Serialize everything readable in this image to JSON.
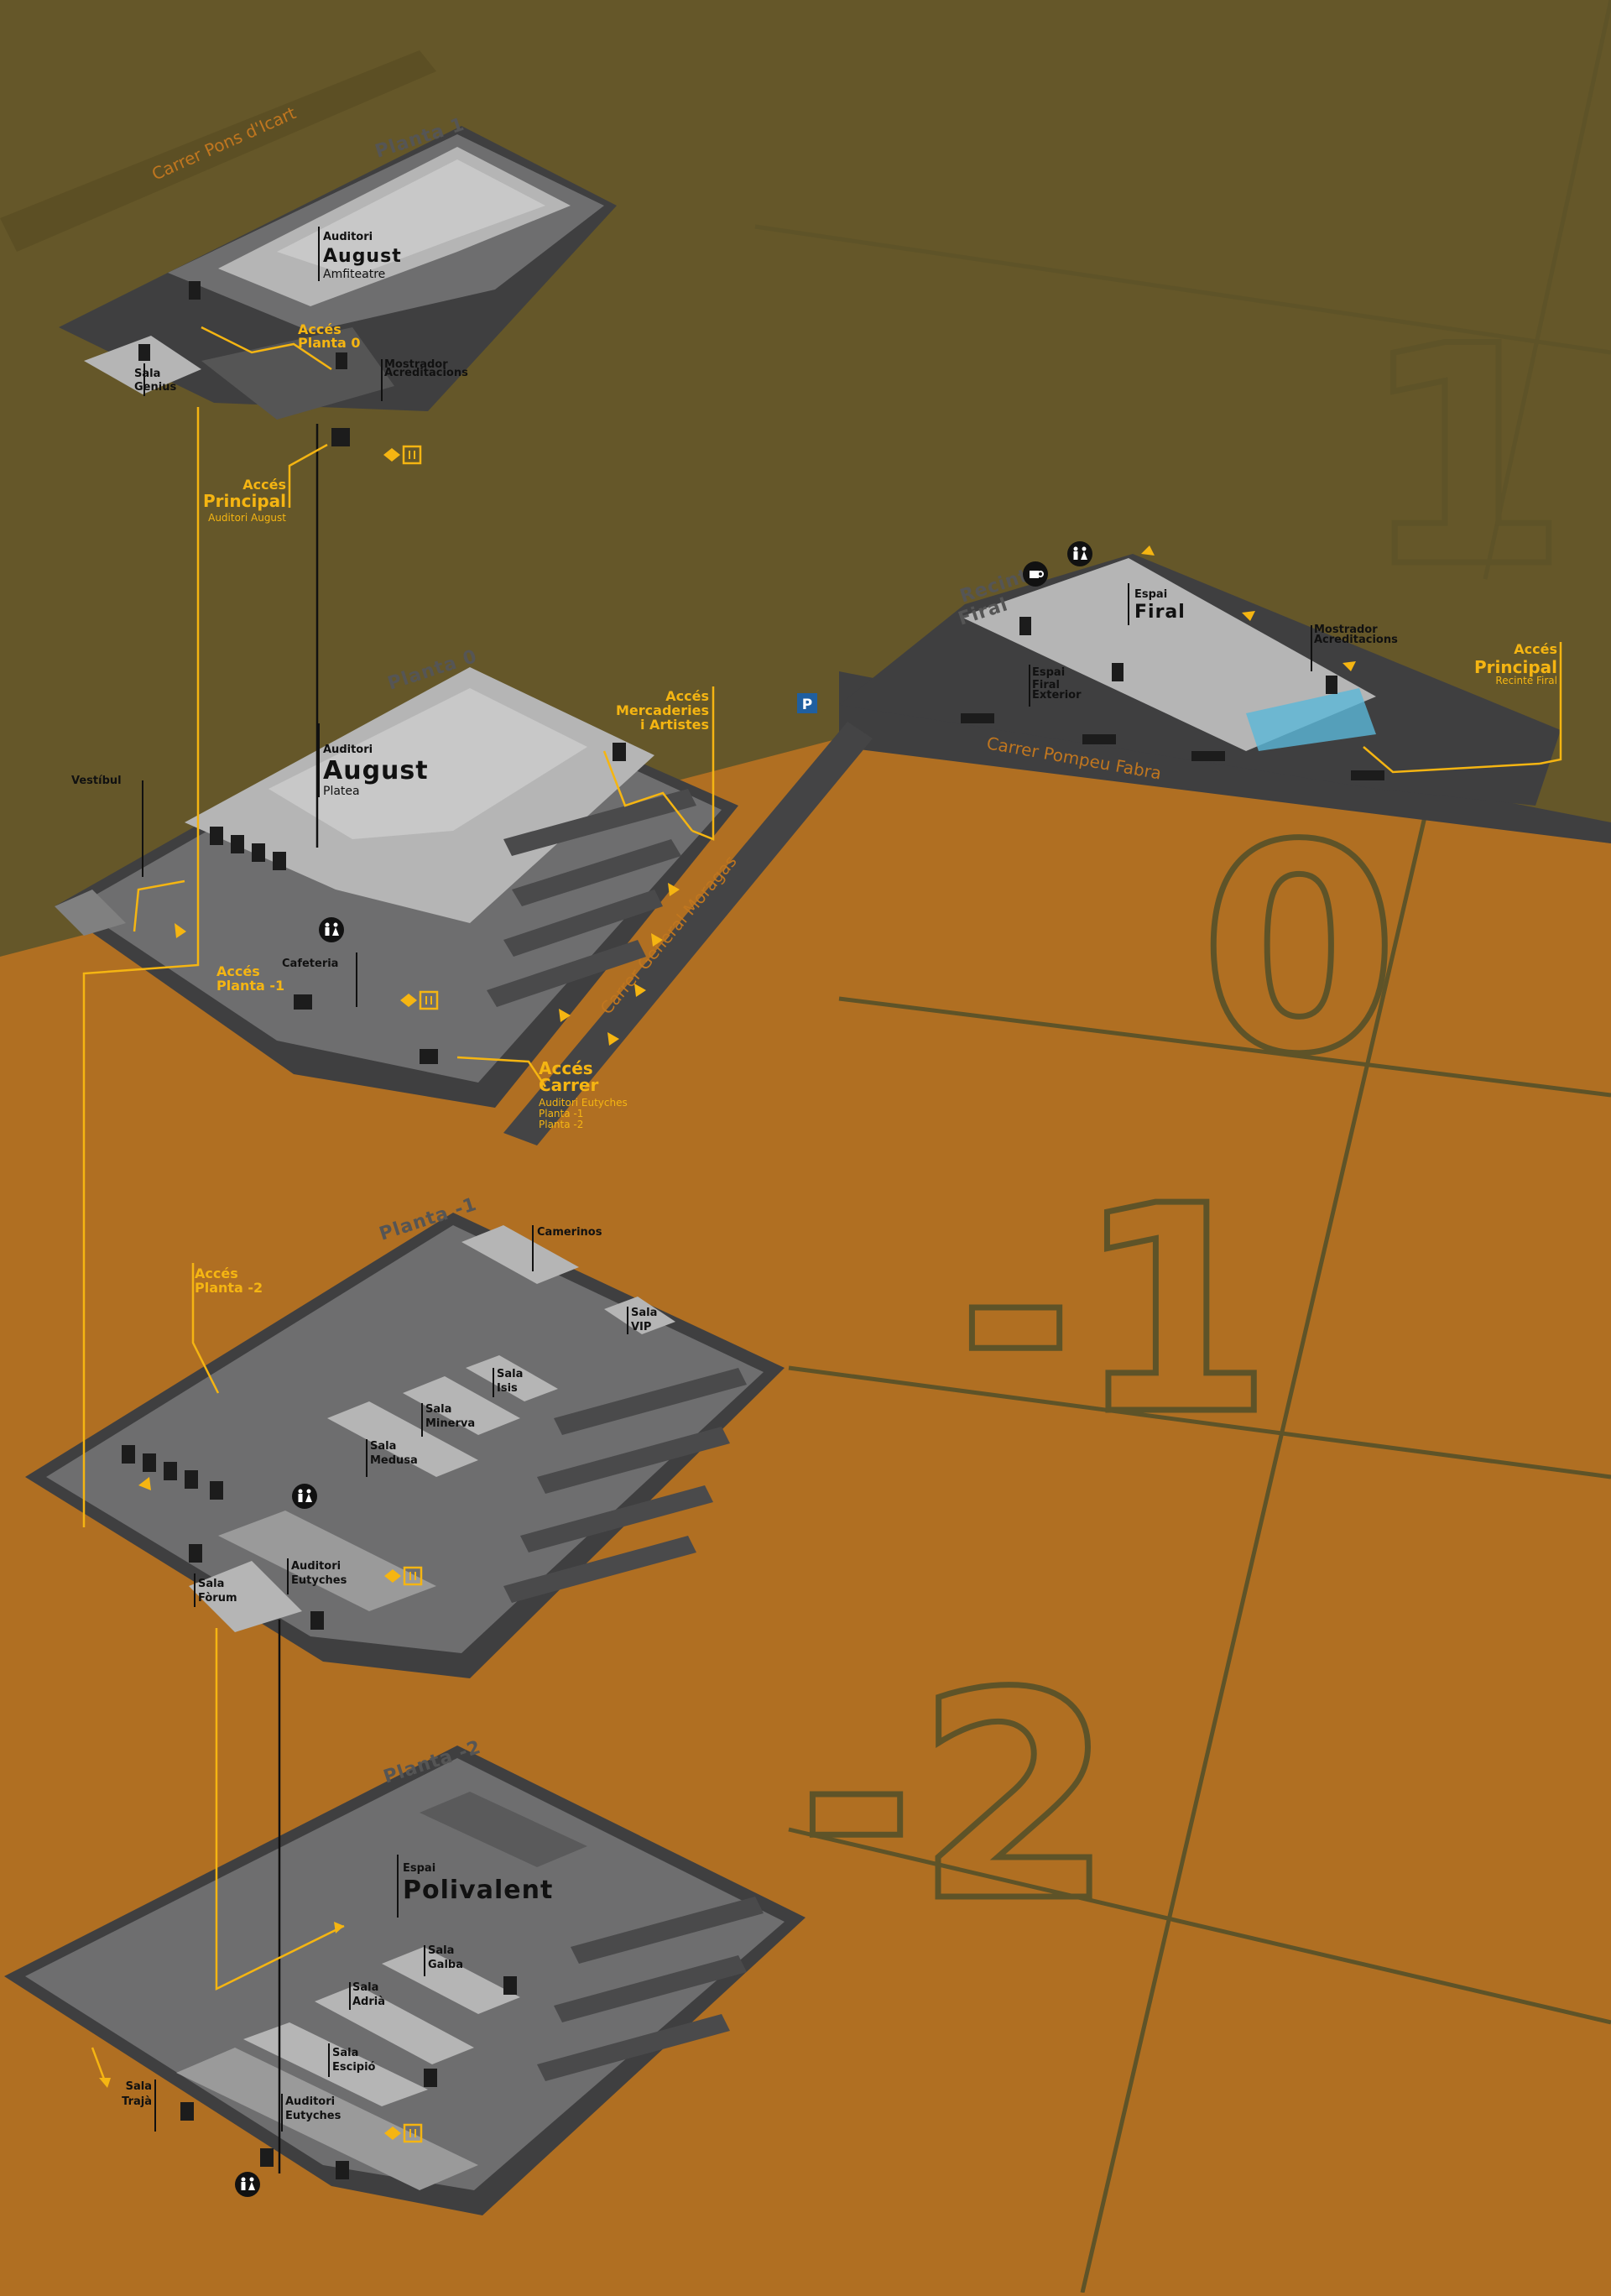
{
  "colors": {
    "olive": "#655729",
    "orange": "#b06f22",
    "accent": "#f5b512",
    "floor_dark": "#3f3f40",
    "floor_mid": "#6e6e6f",
    "floor_light": "#b5b5b5",
    "outline": "#5e5328",
    "parking": "#1f5fa0"
  },
  "level_numbers": [
    "1",
    "0",
    "-1",
    "-2"
  ],
  "streets": {
    "pons_icart": "Carrer Pons d'Icart",
    "pompeu_fabra": "Carrer Pompeu Fabra",
    "general_moragas": "Carrer General Moragas"
  },
  "planta_labels": {
    "p1": "Planta 1",
    "p0": "Planta 0",
    "pm1": "Planta -1",
    "pm2": "Planta -2"
  },
  "recinte_label": [
    "Recinte",
    "Firal"
  ],
  "labels": {
    "august_amfi": {
      "small": "Auditori",
      "big": "August",
      "sub": "Amfiteatre"
    },
    "august_platea": {
      "small": "Auditori",
      "big": "August",
      "sub": "Platea"
    },
    "sala_genius": {
      "small": "Sala",
      "big": "Genius"
    },
    "mostrador_1": {
      "small": "Mostrador",
      "big": "Acreditacions"
    },
    "mostrador_firal": {
      "small": "Mostrador",
      "big": "Acreditacions"
    },
    "vestibul": "Vestíbul",
    "cafeteria": "Cafeteria",
    "espai_firal": {
      "small": "Espai",
      "big": "Firal"
    },
    "espai_firal_ext": {
      "small": "Espai",
      "big": "Firal",
      "sub": "Exterior"
    },
    "camerinos": "Camerinos",
    "sala_vip": {
      "small": "Sala",
      "big": "VIP"
    },
    "sala_isis": {
      "small": "Sala",
      "big": "Isis"
    },
    "sala_minerva": {
      "small": "Sala",
      "big": "Minerva"
    },
    "sala_medusa": {
      "small": "Sala",
      "big": "Medusa"
    },
    "sala_forum": {
      "small": "Sala",
      "big": "Fòrum"
    },
    "eutyches_m1": {
      "small": "Auditori",
      "big": "Eutyches"
    },
    "espai_polivalent": {
      "small": "Espai",
      "big": "Polivalent"
    },
    "sala_galba": {
      "small": "Sala",
      "big": "Galba"
    },
    "sala_adria": {
      "small": "Sala",
      "big": "Adrià"
    },
    "sala_escipio": {
      "small": "Sala",
      "big": "Escipió"
    },
    "sala_traja": {
      "small": "Sala",
      "big": "Trajà"
    },
    "eutyches_m2": {
      "small": "Auditori",
      "big": "Eutyches"
    }
  },
  "access": {
    "planta0": {
      "small": "Accés",
      "big": "Planta 0"
    },
    "principal_august": {
      "small": "Accés",
      "big": "Principal",
      "sub": "Auditori August"
    },
    "mercaderies": {
      "small": "Accés",
      "line2": "Mercaderies",
      "line3": "i Artistes"
    },
    "planta_m1": {
      "small": "Accés",
      "big": "Planta -1"
    },
    "carrer": {
      "small": "Accés",
      "big": "Carrer",
      "sub1": "Auditori Eutyches",
      "sub2": "Planta -1",
      "sub3": "Planta -2"
    },
    "planta_m2": {
      "small": "Accés",
      "big": "Planta -2"
    },
    "principal_firal": {
      "small": "Accés",
      "big": "Principal",
      "sub": "Recinte Firal"
    }
  },
  "parking_label": "P",
  "icons": [
    "elevator-icon",
    "toilets-icon",
    "coffee-icon",
    "parking-icon"
  ]
}
